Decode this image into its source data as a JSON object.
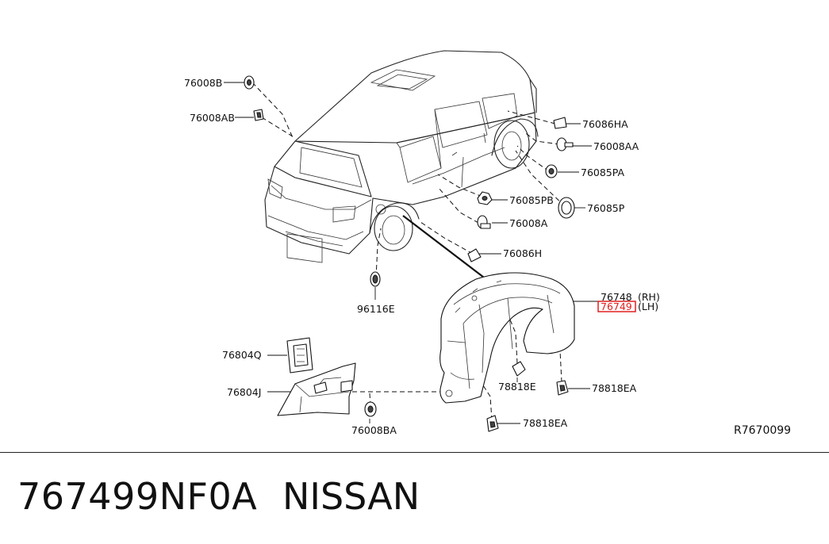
{
  "diagram": {
    "reference_code": "R7670099",
    "highlight_color": "#e02020",
    "callouts": {
      "c76008B": "76008B",
      "c76008AB": "76008AB",
      "c76086HA": "76086HA",
      "c76008AA": "76008AA",
      "c76085PA": "76085PA",
      "c76085PB": "76085PB",
      "c76085P": "76085P",
      "c76008A": "76008A",
      "c76086H": "76086H",
      "c96116E": "96116E",
      "c76748": "76748",
      "c76748_side": "(RH)",
      "c76749": "76749",
      "c76749_side": "(LH)",
      "c76804Q": "76804Q",
      "c76804J": "76804J",
      "c78818E": "78818E",
      "c78818EA_1": "78818EA",
      "c78818EA_2": "78818EA",
      "c76008BA": "76008BA"
    }
  },
  "footer": {
    "part_number": "767499NF0A",
    "brand": "NISSAN"
  }
}
